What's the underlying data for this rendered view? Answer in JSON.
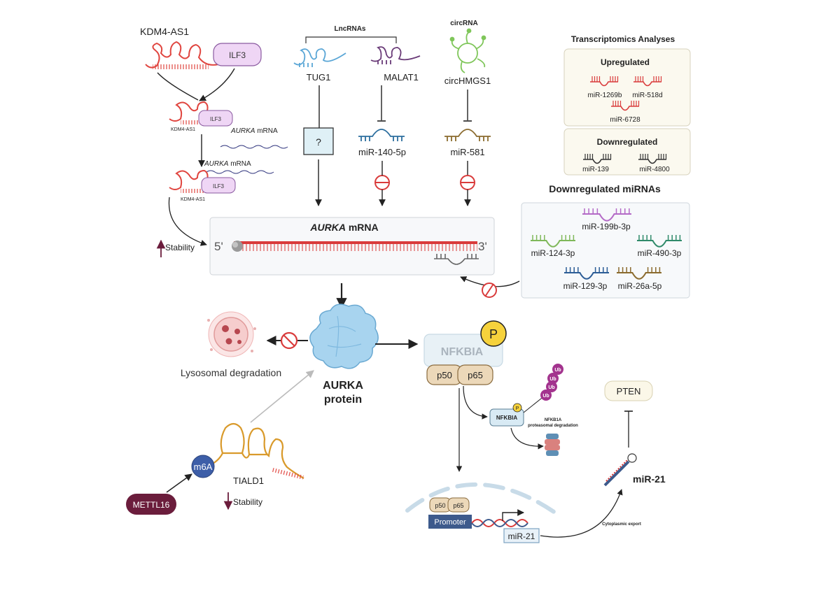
{
  "kdm4": {
    "title": "KDM4-AS1",
    "ilf3": "ILF3",
    "complex1_label": "KDM4-AS1",
    "complex1_ilf3": "ILF3",
    "aurka_mrna_1_italic": "AURKA",
    "aurka_mrna_1_rest": " mRNA",
    "aurka_mrna_2_italic": "AURKA",
    "aurka_mrna_2_rest": " mRNA",
    "complex2_label": "KDM4-AS1",
    "complex2_ilf3": "ILF3",
    "stability": "Stability"
  },
  "lncrnas": {
    "header": "LncRNAs",
    "tug1": "TUG1",
    "malat1": "MALAT1",
    "unknown": "?",
    "mir140": "miR-140-5p"
  },
  "circrna": {
    "header": "circRNA",
    "circhmgs1": "circHMGS1",
    "mir581": "miR-581"
  },
  "transcriptomics": {
    "title": "Transcriptomics Analyses",
    "upregulated": "Upregulated",
    "up_mirs": [
      "miR-1269b",
      "miR-518d",
      "miR-6728"
    ],
    "downregulated": "Downregulated",
    "down_mirs": [
      "miR-139",
      "miR-4800"
    ]
  },
  "down_mirnas": {
    "title": "Downregulated miRNAs",
    "items": [
      "miR-199b-3p",
      "miR-124-3p",
      "miR-490-3p",
      "miR-129-3p",
      "miR-26a-5p"
    ]
  },
  "mrna": {
    "title_italic": "AURKA",
    "title_rest": " mRNA",
    "five_prime": "5'",
    "three_prime": "3'"
  },
  "protein": {
    "line1": "AURKA",
    "line2": "protein"
  },
  "lysosome": {
    "label": "Lysosomal degradation"
  },
  "nfkb": {
    "nfkbia": "NFKBIA",
    "phospho": "P",
    "p50": "p50",
    "p65": "p65",
    "small_nfkbia": "NFKBIA",
    "small_p": "P",
    "ub": [
      "Ub",
      "Ub",
      "Ub",
      "Ub"
    ],
    "proteasome_line1": "NFKB1A",
    "proteasome_line2": "proteasomal degradation"
  },
  "nucleus": {
    "p50": "p50",
    "p65": "p65",
    "promoter": "Promoter",
    "mir21_gene": "miR-21",
    "export": "Cytoplasmic export"
  },
  "pten": {
    "label": "PTEN",
    "mir21": "miR-21"
  },
  "tiald1": {
    "m6a": "m6A",
    "name": "TIALD1",
    "mettl16": "METTL16",
    "stability": "Stability"
  },
  "colors": {
    "red": "#d93b3b",
    "kdm4_red": "#e0453f",
    "ilf3_fill": "#efd6f5",
    "tug1_blue": "#5aa6d6",
    "malat1_purple": "#6a3b78",
    "mir140_blue": "#2c6e9e",
    "circ_green": "#7fc65a",
    "mir581_brown": "#8b6b2e",
    "arrow": "#222222",
    "gray_arrow": "#bbbbbb",
    "maroon": "#6b1d3c",
    "m6a_blue": "#3d5ea8",
    "tiald1_orange": "#d99a2b",
    "phospho_yellow": "#f6d23c",
    "ub_purple": "#a3338e",
    "p50_fill": "#ecd8b9"
  }
}
